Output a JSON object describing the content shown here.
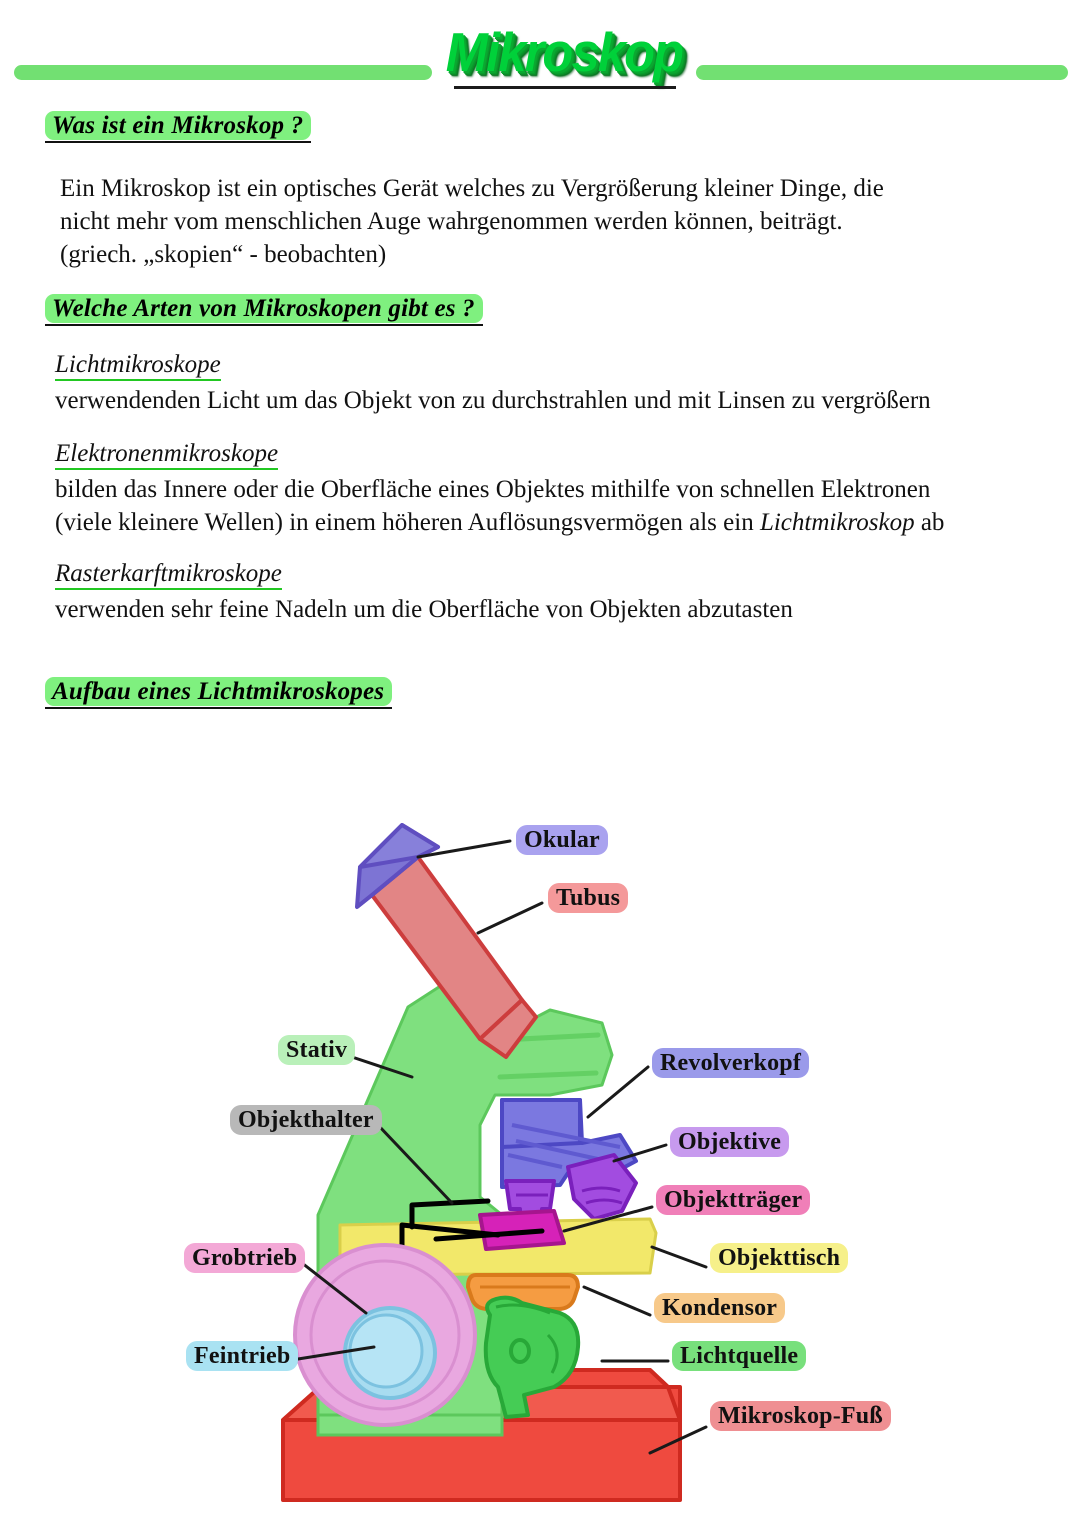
{
  "title": {
    "text": "Mikroskop",
    "color": "#00d13a",
    "rule_color": "#72e072"
  },
  "sections": [
    {
      "heading": "Was ist ein Mikroskop ?",
      "lines": [
        "Ein Mikroskop ist ein optisches Gerät welches zu Vergrößerung kleiner Dinge, die",
        "nicht mehr vom menschlichen Auge wahrgenommen werden können, beiträgt.",
        "(griech. „skopien“ - beobachten)"
      ]
    },
    {
      "heading": "Welche Arten von Mikroskopen gibt es ?",
      "entries": [
        {
          "term": "Lichtmikroskope",
          "lines": [
            "verwendenden Licht um das Objekt von zu durchstrahlen und mit Linsen zu vergrößern"
          ]
        },
        {
          "term": "Elektronenmikroskope",
          "lines": [
            "bilden das Innere oder die Oberfläche eines Objektes mithilfe von schnellen Elektronen",
            "(viele kleinere Wellen) in einem höheren Auflösungsvermögen als ein Lichtmikroskop ab"
          ]
        },
        {
          "term": "Rasterkarftmikroskope",
          "lines": [
            "verwenden sehr feine Nadeln um die Oberfläche von Objekten abzutasten"
          ]
        }
      ]
    },
    {
      "heading": "Aufbau eines Lichtmikroskopes"
    }
  ],
  "line3_italic_prefix": "(griech. „skopien“ - beobachten)",
  "elektronen_line2_a": "(viele kleinere Wellen) in einem höheren Auflösungsvermögen als ein ",
  "elektronen_line2_it": "Lichtmikroskop",
  "elektronen_line2_b": " ab",
  "diagram": {
    "caption": "Aufbau eines Lichtmikroskopes",
    "labels": [
      {
        "id": "okular",
        "text": "Okular",
        "highlight": "#a9a2ef"
      },
      {
        "id": "tubus",
        "text": "Tubus",
        "highlight": "#f4999a"
      },
      {
        "id": "stativ",
        "text": "Stativ",
        "highlight": "#b9f0b9"
      },
      {
        "id": "objekthalter",
        "text": "Objekthalter",
        "highlight": "#b8b8b8"
      },
      {
        "id": "grobtrieb",
        "text": "Grobtrieb",
        "highlight": "#f3a8d6"
      },
      {
        "id": "feintrieb",
        "text": "Feintrieb",
        "highlight": "#a9e2f2"
      },
      {
        "id": "revolverkopf",
        "text": "Revolverkopf",
        "highlight": "#9a9aea"
      },
      {
        "id": "objektive",
        "text": "Objektive",
        "highlight": "#c79aee"
      },
      {
        "id": "objekttraeger",
        "text": "Objektträger",
        "highlight": "#f07fb8"
      },
      {
        "id": "objekttisch",
        "text": "Objekttisch",
        "highlight": "#f6f08a"
      },
      {
        "id": "kondensor",
        "text": "Kondensor",
        "highlight": "#f7c98a"
      },
      {
        "id": "lichtquelle",
        "text": "Lichtquelle",
        "highlight": "#78e07c"
      },
      {
        "id": "mikroskopfuss",
        "text": "Mikroskop-Fuß",
        "highlight": "#ef8f92"
      }
    ],
    "part_colors": {
      "eyepiece": "#7d74d4",
      "tube": "#e28585",
      "arm": "#7fe07f",
      "nosepiece": "#7b78e0",
      "objectives": "#a24ce0",
      "slide": "#d622b8",
      "stage": "#f2e86a",
      "condenser": "#f59c42",
      "lamp": "#45cc55",
      "base": "#ef4a3f",
      "coarse_knob": "#e9a8e0",
      "fine_knob": "#a8dcf0",
      "clip": "#000000"
    }
  }
}
